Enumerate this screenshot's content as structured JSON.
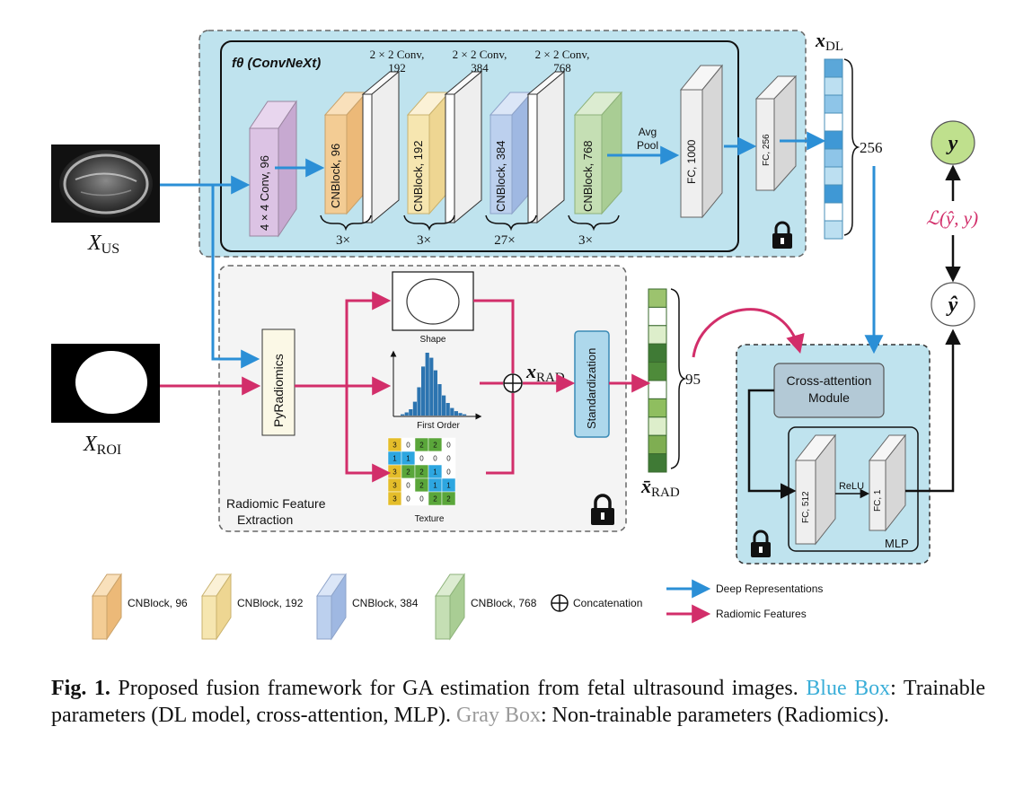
{
  "convnext": {
    "title": "fθ (ConvNeXt)",
    "stem_label": "4 × 4 Conv, 96",
    "blocks": [
      {
        "label": "CNBlock, 96",
        "repeat": "3×"
      },
      {
        "label": "CNBlock, 192",
        "repeat": "3×"
      },
      {
        "label": "CNBlock, 384",
        "repeat": "27×"
      },
      {
        "label": "CNBlock, 768",
        "repeat": "3×"
      }
    ],
    "downsample": [
      {
        "line1": "2 × 2 Conv,",
        "line2": "192"
      },
      {
        "line1": "2 × 2 Conv,",
        "line2": "384"
      },
      {
        "line1": "2 × 2 Conv,",
        "line2": "768"
      }
    ],
    "avgpool": [
      "Avg",
      "Pool"
    ],
    "fc1000": "FC, 1000",
    "fc256": "FC, 256"
  },
  "x_dl": {
    "label": "x",
    "sub": "DL",
    "dim": "256"
  },
  "x_us": {
    "label": "X",
    "sub": "US"
  },
  "x_roi": {
    "label": "X",
    "sub": "ROI"
  },
  "radiomics": {
    "title_line1": "Radiomic Feature",
    "title_line2": "Extraction",
    "pyradiomics": "PyRadiomics",
    "shape": "Shape",
    "first_order": "First Order",
    "texture": "Texture",
    "texture_grid": [
      [
        "3",
        "0",
        "2",
        "2",
        "0"
      ],
      [
        "1",
        "1",
        "0",
        "0",
        "0"
      ],
      [
        "3",
        "2",
        "2",
        "1",
        "0"
      ],
      [
        "3",
        "0",
        "2",
        "1",
        "1"
      ],
      [
        "3",
        "0",
        "0",
        "2",
        "2"
      ]
    ],
    "histogram": [
      0.02,
      0.05,
      0.1,
      0.22,
      0.45,
      0.78,
      1.0,
      0.92,
      0.72,
      0.5,
      0.32,
      0.2,
      0.12,
      0.07,
      0.04,
      0.02
    ],
    "standardization": "Standardization",
    "dim": "95"
  },
  "x_rad": {
    "label": "x",
    "sub": "RAD"
  },
  "x_rad_bar": {
    "label": "x̄",
    "sub": "RAD"
  },
  "fusion": {
    "cross_attention_line1": "Cross-attention",
    "cross_attention_line2": "Module",
    "fc512": "FC, 512",
    "relu": "ReLU",
    "fc1": "FC, 1",
    "mlp": "MLP"
  },
  "outputs": {
    "y": "y",
    "y_hat": "ŷ",
    "loss": "ℒ(ŷ, y)"
  },
  "legend": {
    "items": [
      "CNBlock, 96",
      "CNBlock, 192",
      "CNBlock, 384",
      "CNBlock, 768"
    ],
    "concat": "Concatenation",
    "deep": "Deep Representations",
    "radiomic": "Radiomic Features"
  },
  "caption": {
    "fig": "Fig. 1.",
    "text1": " Proposed fusion framework for GA estimation from fetal ultrasound images. ",
    "blue_box": "Blue Box",
    "text2": ": Trainable parameters (DL model, cross-attention, MLP). ",
    "gray_box": "Gray Box",
    "text3": ": Non-trainable parameters (Radiomics)."
  },
  "colors": {
    "blue_box": "#bfe3ee",
    "gray_box": "#f4f4f4",
    "deep_arrow": "#2b8fd6",
    "radiomic_arrow": "#d22e6a",
    "cn96": "#f3cc94",
    "cn192": "#f6e6b0",
    "cn384": "#bcd0ee",
    "cn768": "#c5dfb4",
    "stem": "#dcc3e4",
    "xdl_cells": [
      "#5ba7d9",
      "#bcdff1",
      "#8ec5e8",
      "#ffffff",
      "#3f98d5",
      "#8ec5e8",
      "#bcdff1",
      "#3f98d5",
      "#ffffff",
      "#bcdff1"
    ],
    "xrad_cells": [
      "#9cc36e",
      "#ffffff",
      "#ddeecb",
      "#3f7a35",
      "#4e8b3a",
      "#ffffff",
      "#8fbe5f",
      "#ddeecb",
      "#7fae52",
      "#3f7a35"
    ]
  }
}
